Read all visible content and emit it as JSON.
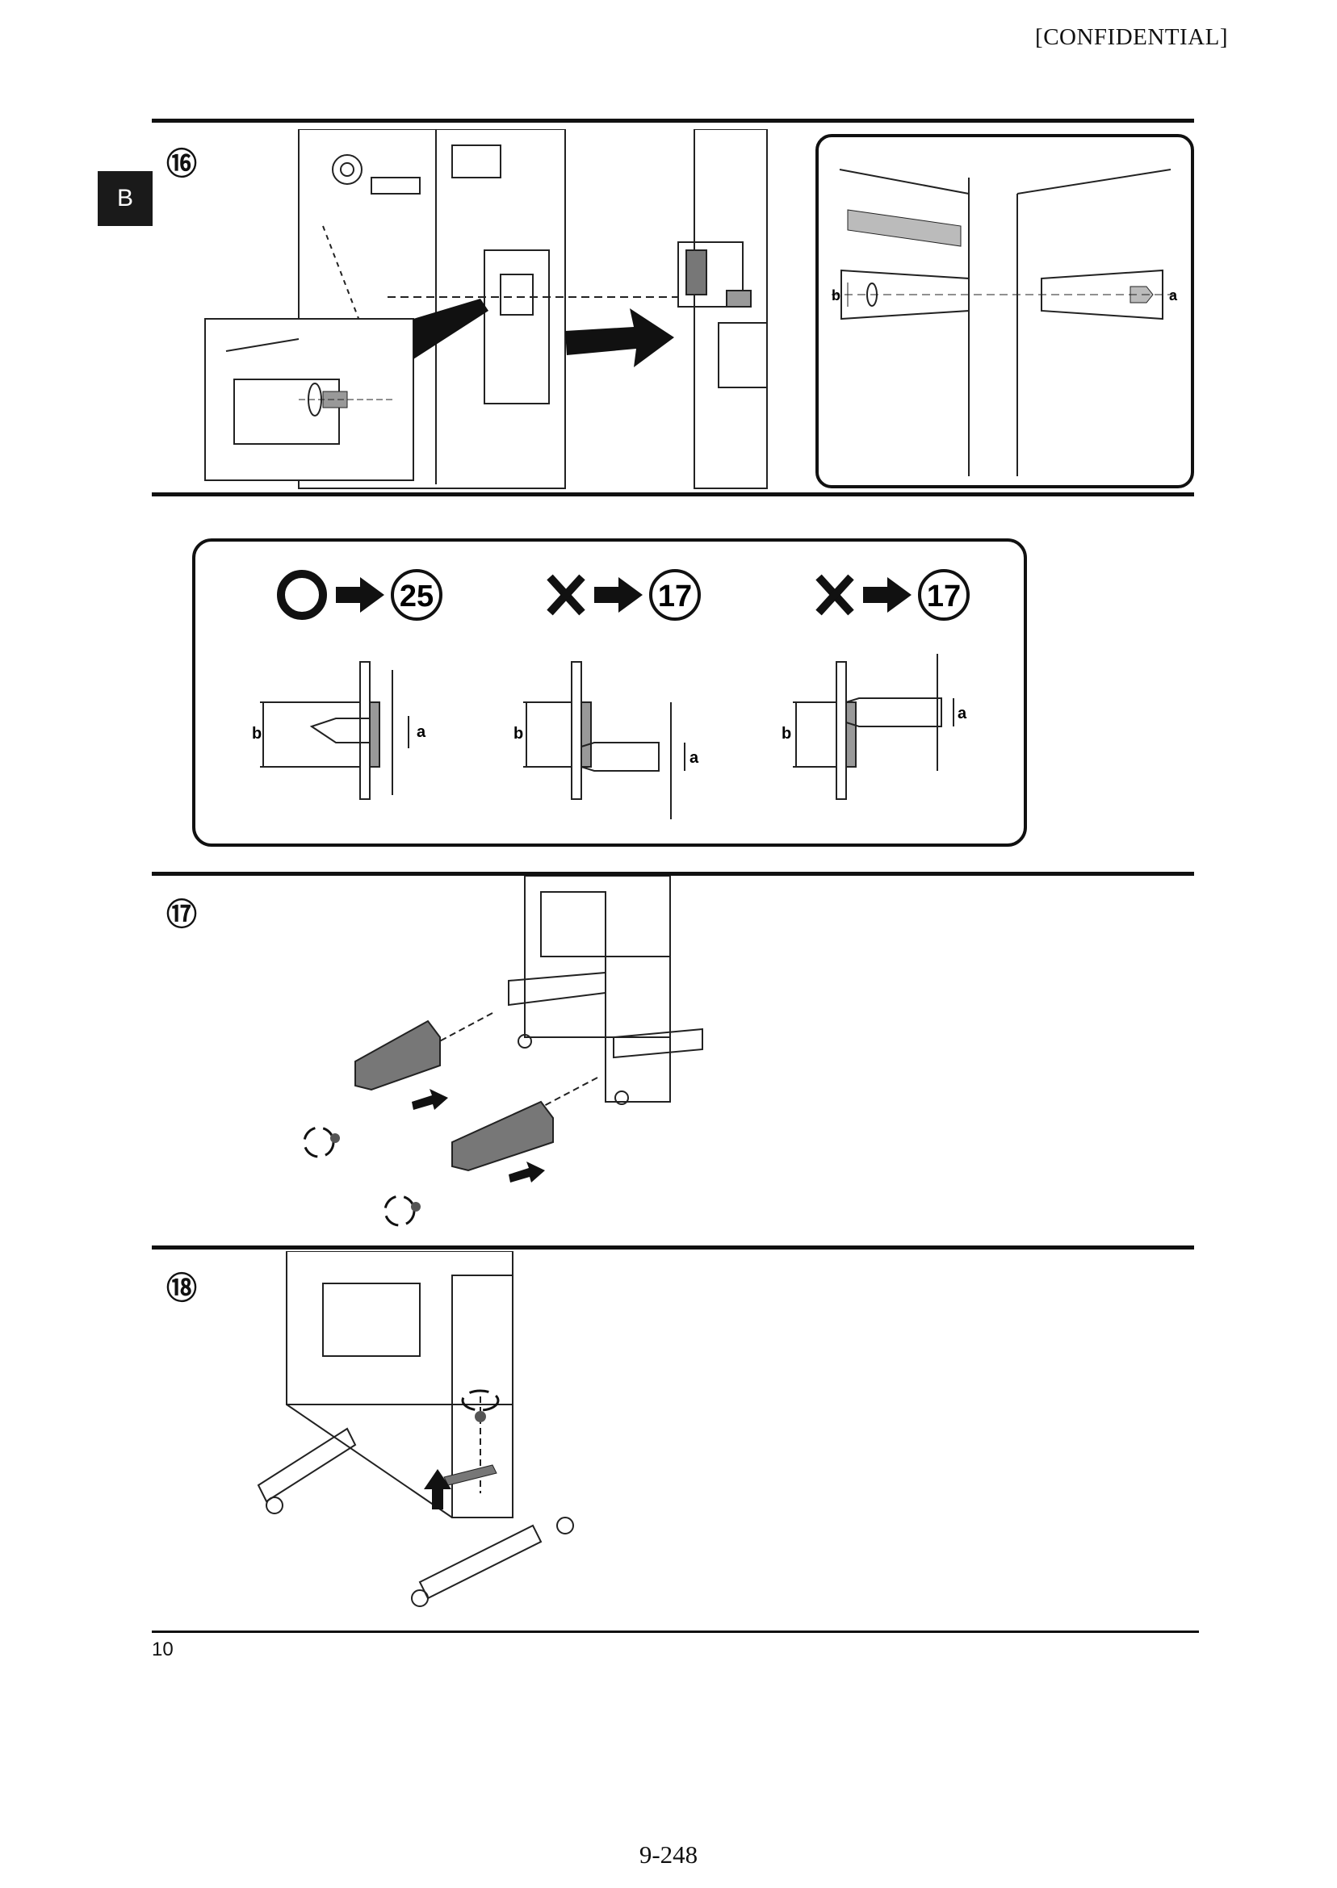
{
  "header": {
    "confidential": "[CONFIDENTIAL]"
  },
  "side_tab": {
    "label": "B"
  },
  "steps": [
    {
      "number": "⑯",
      "labels": {
        "a": "a",
        "b": "b"
      }
    },
    {
      "number": "⑰"
    },
    {
      "number": "⑱"
    }
  ],
  "judgement_panel": {
    "cases": [
      {
        "mark": "circle",
        "target": "25",
        "label_a": "a",
        "label_b": "b"
      },
      {
        "mark": "cross",
        "target": "17",
        "label_a": "a",
        "label_b": "b"
      },
      {
        "mark": "cross",
        "target": "17",
        "label_a": "a",
        "label_b": "b"
      }
    ]
  },
  "footer": {
    "note": "10",
    "page": "9-248"
  }
}
